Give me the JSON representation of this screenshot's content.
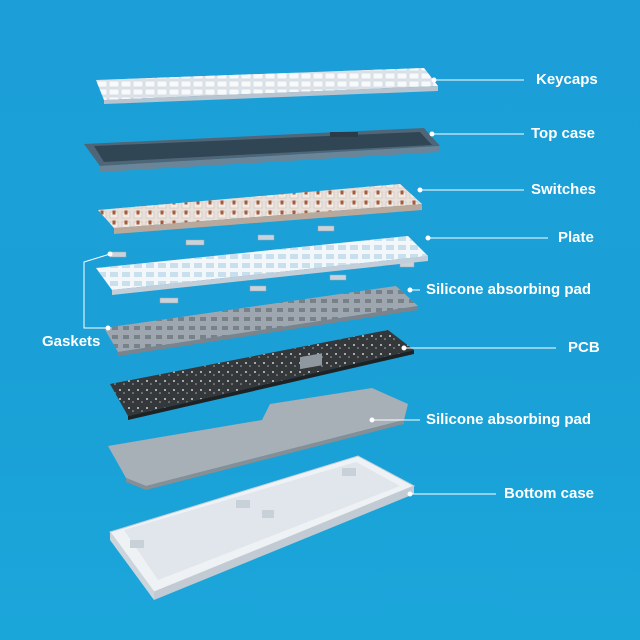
{
  "diagram": {
    "labels": {
      "keycaps": "Keycaps",
      "top_case": "Top case",
      "switches": "Switches",
      "plate": "Plate",
      "silicone_pad_upper": "Silicone absorbing pad",
      "gaskets": "Gaskets",
      "pcb": "PCB",
      "silicone_pad_lower": "Silicone absorbing pad",
      "bottom_case": "Bottom case"
    },
    "colors": {
      "background": "#1c9fd8",
      "label_text": "#ffffff",
      "leader_line": "#ffffff",
      "keycaps": "#e9eef3",
      "top_case": "#5a7386",
      "switch_stem": "#a65a3a",
      "plate": "#f2f5f8",
      "silicone_pad": "#9aa3ab",
      "pcb": "#3a3d40",
      "bottom_case": "#f4f6f8"
    }
  }
}
